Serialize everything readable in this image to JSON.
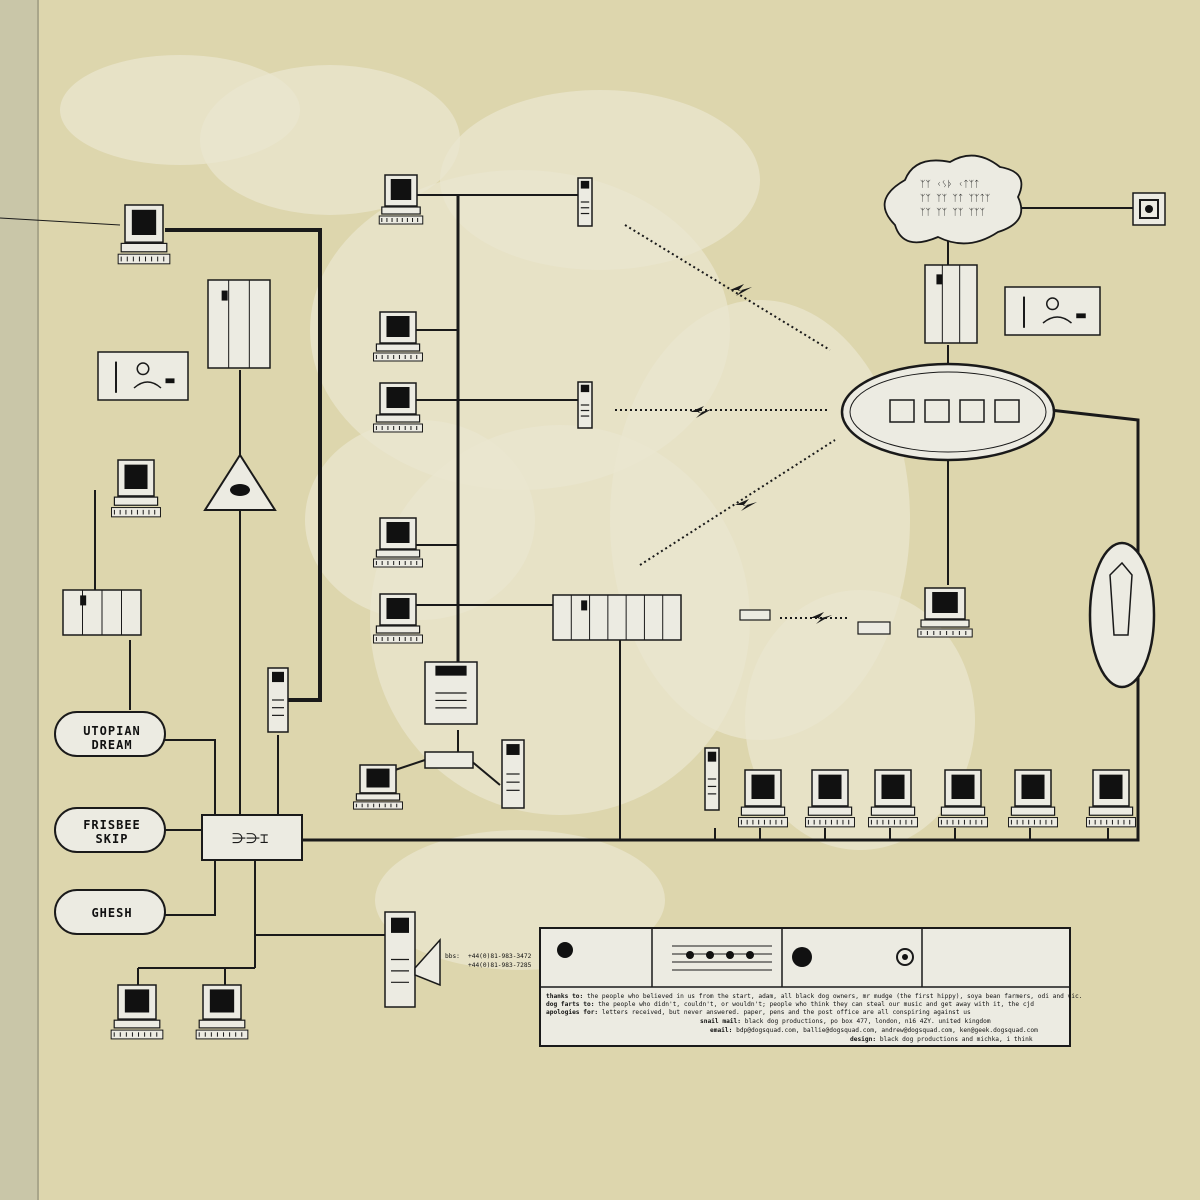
{
  "colors": {
    "paper": "#ddd6ad",
    "paper_light": "#e9e6cf",
    "ink": "#1a1a1a",
    "device": "#ecebe2",
    "cover_edge": "#c9c6a8"
  },
  "nodes": {
    "utopian_dream": "UTOPIAN\nDREAM",
    "frisbee_skip": "FRISBEE\nSKIP",
    "ghesh": "GHESH"
  },
  "cloud_glyphs": [
    "ᛉᛉ ᚲᛊᚦ ᚲᛏᛉᛏ",
    "ᛉᛉ ᛉᛉ ᛉᛏ ᛉᛉᛏᛉ",
    "ᛉᛉ ᛉᛉ ᛉᛉ ᛉᛉᛉ"
  ],
  "bbs": {
    "label": "bbs:",
    "line1": "+44(0)81-983-3472",
    "line2": "+44(0)81-983-7285"
  },
  "credits": [
    {
      "key": "thanks to:",
      "text": "the people who believed in us from the start, adam, all black dog owners, mr mudge (the first hippy), soya bean farmers, odi and vic."
    },
    {
      "key": "dog farts to:",
      "text": "the people who didn't, couldn't, or wouldn't; people who think they can steal our music and get away with it, the cjd"
    },
    {
      "key": "apologies for:",
      "text": "letters received, but never answered. paper, pens and the post office are all conspiring against us"
    },
    {
      "key": "snail mail:",
      "text": "black dog productions, po box 477, london, n16 4ZY. united kingdom"
    },
    {
      "key": "email:",
      "text": "bdp@dogsquad.com, ballie@dogsquad.com, andrew@dogsquad.com, ken@geek.dogsquad.com"
    },
    {
      "key": "design:",
      "text": "black dog productions and michka, i think"
    }
  ]
}
